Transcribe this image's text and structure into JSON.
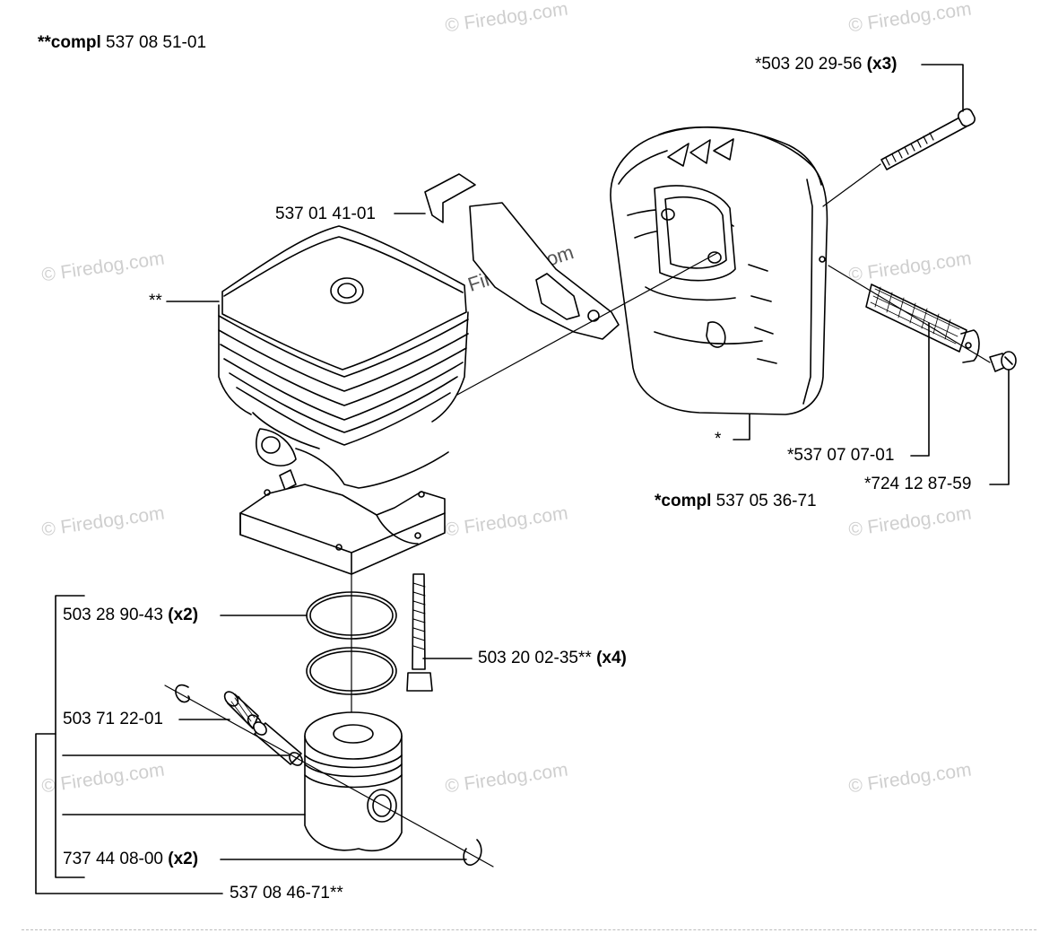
{
  "watermark": "© Firedog.com",
  "cylinder_assembly": {
    "prefix": "**",
    "bold": "compl",
    "number": "537 08 51-01"
  },
  "muffler_assembly": {
    "prefix": "*",
    "bold": "compl",
    "number": "537 05 36-71"
  },
  "parts": {
    "muffler_bolt": {
      "number": "*503 20 29-56",
      "qty": "(x3)"
    },
    "bracket": {
      "number": "537 01 41-01"
    },
    "cylinder_marker": {
      "number": "**"
    },
    "muffler_marker": {
      "number": "*"
    },
    "spark_screen": {
      "number": "*537 07 07-01"
    },
    "screen_screw": {
      "number": "*724 12 87-59"
    },
    "piston_ring": {
      "number": "503 28 90-43",
      "qty": "(x2)"
    },
    "cylinder_bolt": {
      "number": "503 20 02-35**",
      "qty": "(x4)"
    },
    "needle_bearing": {
      "number": "503 71 22-01"
    },
    "circlip": {
      "number": "737 44 08-00",
      "qty": "(x2)"
    },
    "piston_kit": {
      "number": "537 08 46-71**"
    }
  }
}
